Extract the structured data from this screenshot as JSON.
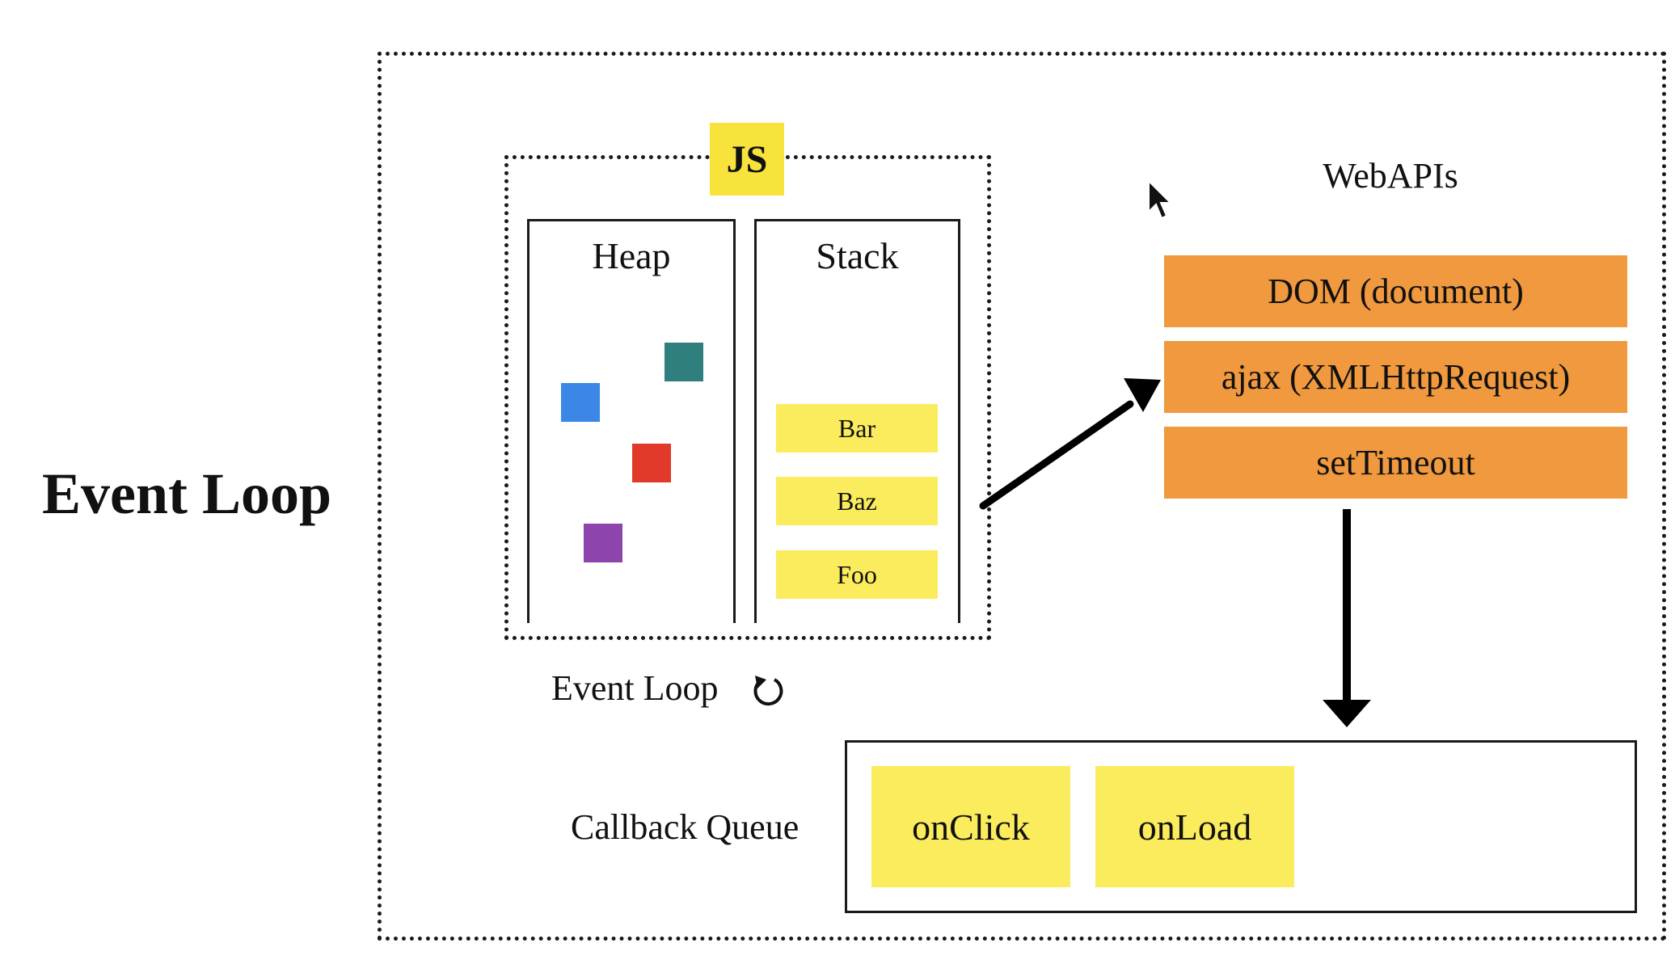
{
  "title": "Event Loop",
  "js_engine": {
    "badge": "JS",
    "heap": {
      "label": "Heap",
      "objects": [
        {
          "color": "#3c87e6"
        },
        {
          "color": "#2f7f7f"
        },
        {
          "color": "#e23a2a"
        },
        {
          "color": "#8e44ad"
        }
      ]
    },
    "stack": {
      "label": "Stack",
      "frames": [
        "Bar",
        "Baz",
        "Foo"
      ]
    }
  },
  "event_loop": {
    "label": "Event Loop",
    "icon": "refresh-icon"
  },
  "webapis": {
    "label": "WebAPIs",
    "items": [
      "DOM (document)",
      "ajax (XMLHttpRequest)",
      "setTimeout"
    ]
  },
  "callback_queue": {
    "label": "Callback Queue",
    "items": [
      "onClick",
      "onLoad"
    ]
  },
  "colors": {
    "yellow": "#fbec5d",
    "js_badge": "#f7e33c",
    "orange": "#f0993e"
  }
}
